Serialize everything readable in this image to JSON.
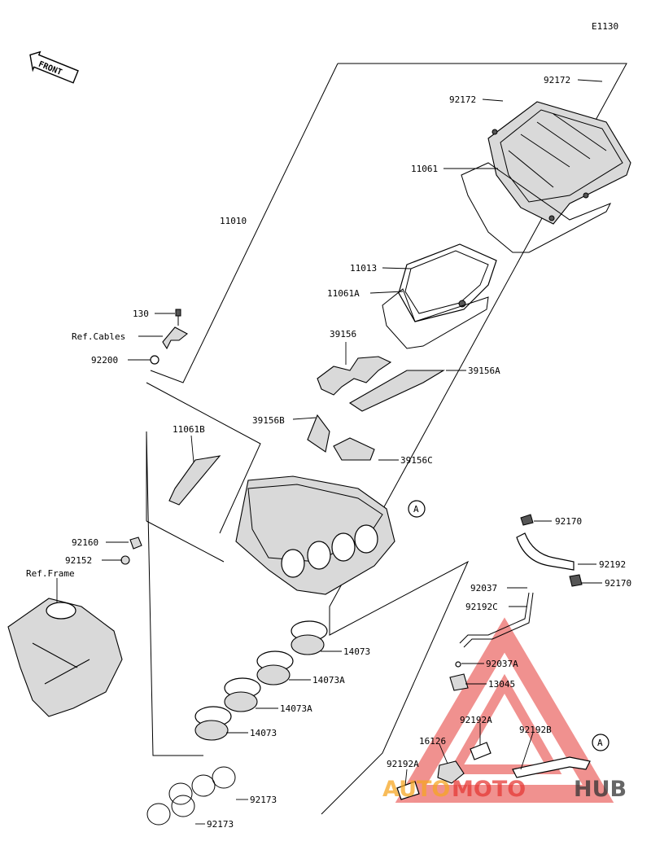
{
  "diagram_code": "E1130",
  "front_label": "FRONT",
  "callout_marker": "A",
  "parts": {
    "p11010": "11010",
    "p92172_a": "92172",
    "p92172_b": "92172",
    "p11061": "11061",
    "p11013": "11013",
    "p11061a": "11061A",
    "p39156": "39156",
    "p39156a": "39156A",
    "p39156b": "39156B",
    "p39156c": "39156C",
    "p11061b": "11061B",
    "p130": "130",
    "ref_cables": "Ref.Cables",
    "p92200": "92200",
    "p92160": "92160",
    "p92152": "92152",
    "ref_frame": "Ref.Frame",
    "p92170_a": "92170",
    "p92192": "92192",
    "p92170_b": "92170",
    "p92037": "92037",
    "p92192c": "92192C",
    "p92037a": "92037A",
    "p13045": "13045",
    "p14073_a": "14073",
    "p14073a_a": "14073A",
    "p14073a_b": "14073A",
    "p14073_b": "14073",
    "p92192a_a": "92192A",
    "p92192b": "92192B",
    "p16126": "16126",
    "p92192a_b": "92192A",
    "p92173_a": "92173",
    "p92173_b": "92173"
  },
  "watermark": {
    "auto": "AUTO",
    "moto": "MOTO",
    "hub": "HUB",
    "colors": {
      "orange": "#f5a623",
      "red": "#e53935",
      "dark": "#333333"
    }
  }
}
